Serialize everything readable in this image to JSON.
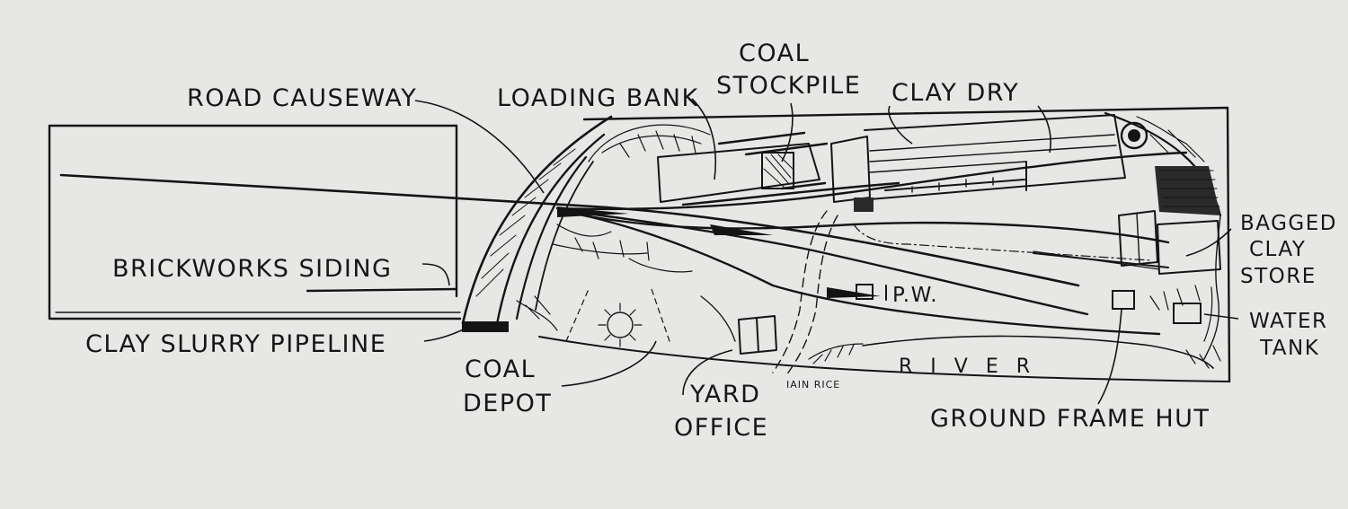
{
  "labels": {
    "road_causeway": "ROAD CAUSEWAY",
    "loading_bank": "LOADING BANK",
    "coal_stockpile_line1": "COAL",
    "coal_stockpile_line2": "STOCKPILE",
    "clay_dry": "CLAY DRY",
    "bagged_clay_store_line1": "BAGGED",
    "bagged_clay_store_line2": "CLAY",
    "bagged_clay_store_line3": "STORE",
    "brickworks_siding": "BRICKWORKS SIDING",
    "clay_slurry_pipeline": "CLAY SLURRY PIPELINE",
    "water_tank_line1": "WATER",
    "water_tank_line2": "TANK",
    "coal_depot_line1": "COAL",
    "coal_depot_line2": "DEPOT",
    "yard_office_line1": "YARD",
    "yard_office_line2": "OFFICE",
    "ground_frame_hut": "GROUND FRAME HUT",
    "river": "RIVER",
    "pw": "P.W.",
    "signature": "IAIN RICE"
  },
  "colors": {
    "paper": "#e7e8e6",
    "ink": "#141414"
  }
}
